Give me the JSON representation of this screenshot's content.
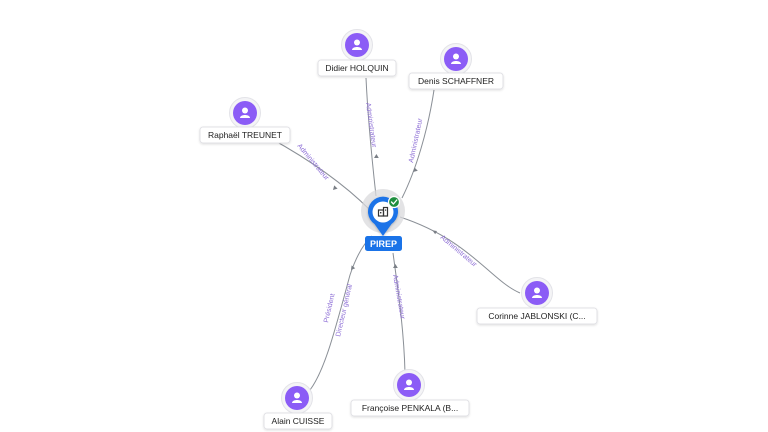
{
  "company": {
    "name": "PIREP",
    "status": "active",
    "icon": "building-icon",
    "badge_icon": "check-icon",
    "accent_color": "#1a73e8",
    "badge_color": "#1e8e3e"
  },
  "person_icon": "person-icon",
  "person_color": "#8b5cf6",
  "people": [
    {
      "name": "Didier HOLQUIN",
      "role": "Administrateur"
    },
    {
      "name": "Denis SCHAFFNER",
      "role": "Administrateur"
    },
    {
      "name": "Raphaël TREUNET",
      "role": "Administrateur"
    },
    {
      "name": "Corinne JABLONSKI (C...",
      "role": "Administrateur"
    },
    {
      "name": "Françoise PENKALA (B...",
      "role": "Administrateur"
    },
    {
      "name": "Alain CUISSE",
      "role": "Président",
      "role2": "Directeur général"
    }
  ]
}
